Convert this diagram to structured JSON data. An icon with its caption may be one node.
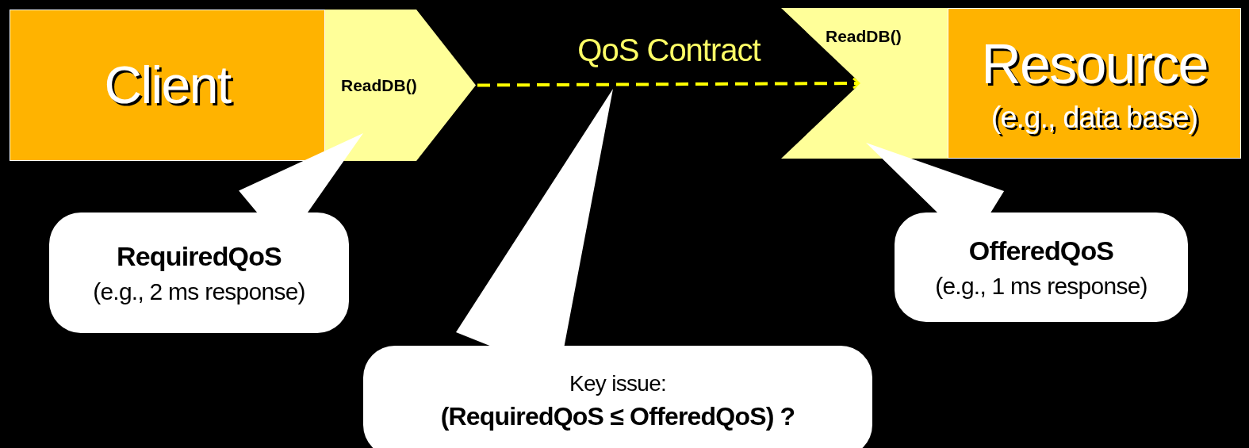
{
  "diagram": {
    "nodes": [
      {
        "text": [
          "Client"
        ]
      },
      {
        "text": [
          "ReadDB()"
        ]
      },
      {
        "text": [
          "ReadDB()"
        ]
      },
      {
        "text": [
          "Resource",
          "(e.g., data base)"
        ]
      },
      {
        "text": [
          "RequiredQoS",
          "(e.g., 2 ms response)"
        ]
      },
      {
        "text": [
          "Key issue:",
          "(RequiredQoS ≤ OfferedQoS) ?"
        ]
      },
      {
        "text": [
          "OfferedQoS",
          "(e.g., 1 ms response)"
        ]
      }
    ],
    "edges": [
      {
        "from": 1,
        "to": 2,
        "arrow": "to",
        "label": "QoS Contract",
        "style": "dashed",
        "color": "#ffff00"
      }
    ]
  }
}
